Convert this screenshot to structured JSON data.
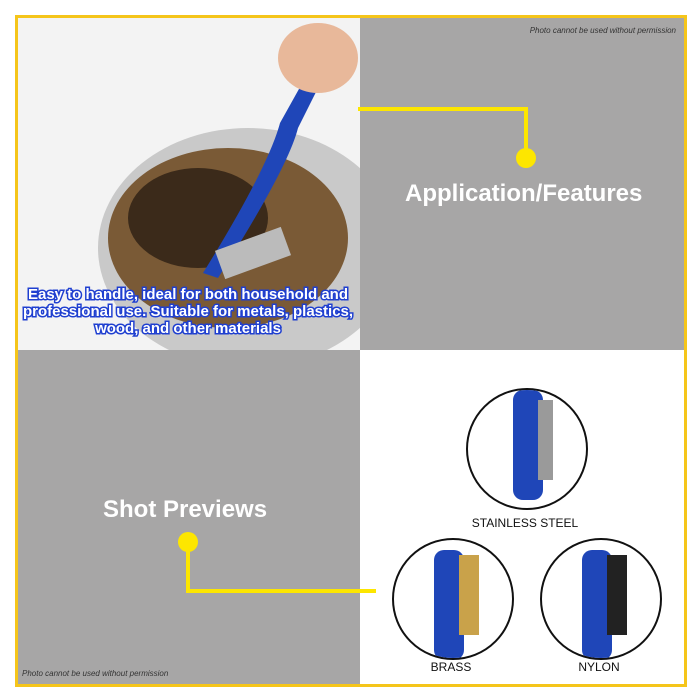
{
  "permission_notice": "Photo cannot be used without permission",
  "top_left": {
    "caption": "Easy to handle, ideal for both household and professional use. Suitable for metals, plastics, wood, and other materials"
  },
  "application_label": "Application/Features",
  "shot_previews_label": "Shot Previews",
  "variants": [
    {
      "label": "STAINLESS STEEL",
      "bristle": "#9a9a9a"
    },
    {
      "label": "BRASS",
      "bristle": "#c9a24a"
    },
    {
      "label": "NYLON",
      "bristle": "#222222"
    }
  ],
  "colors": {
    "frame": "#f5c51a",
    "connector": "#fde600",
    "panel_gray": "#a7a6a6",
    "handle_blue": "#1f46b8"
  }
}
